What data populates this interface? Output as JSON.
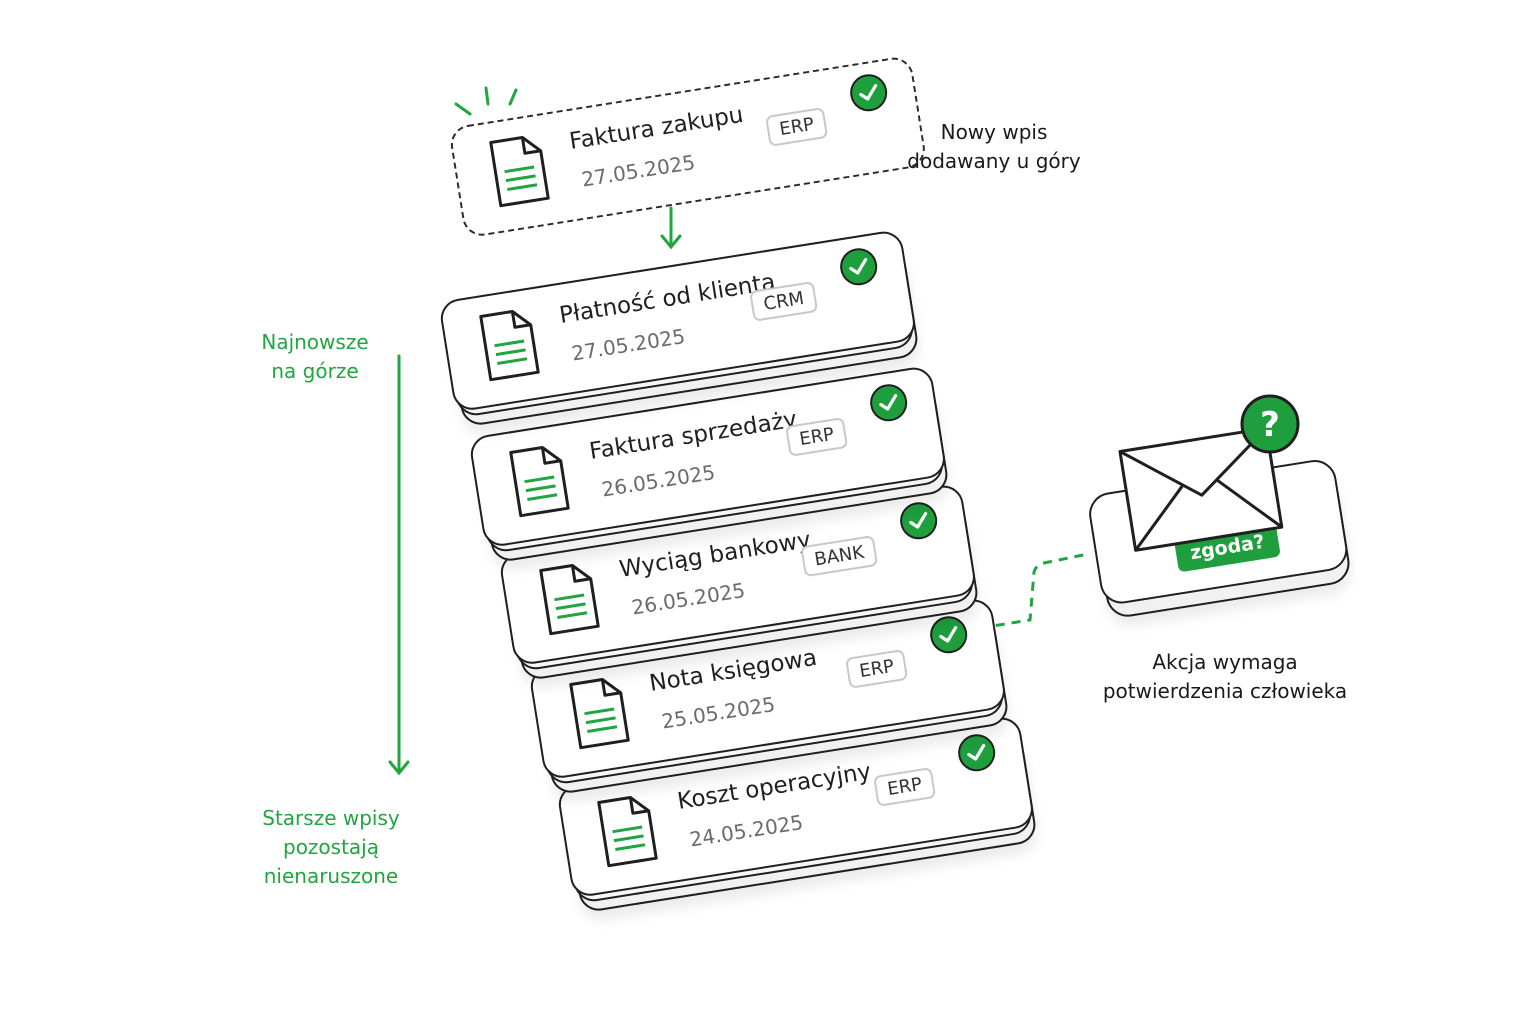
{
  "colors": {
    "accent_green": "#21a541",
    "check_green": "#1f9e3e",
    "outline": "#1f1f1f",
    "muted_text": "#6b6b6b",
    "tag_border": "#c8c8c8"
  },
  "new_entry": {
    "title": "Faktura zakupu",
    "date": "27.05.2025",
    "tag": "ERP",
    "icon": "document-icon",
    "status_icon": "check-icon"
  },
  "new_entry_caption": {
    "line1": "Nowy wpis",
    "line2": "dodawany u góry"
  },
  "entries": [
    {
      "title": "Płatność od klienta",
      "date": "27.05.2025",
      "tag": "CRM"
    },
    {
      "title": "Faktura sprzedaży",
      "date": "26.05.2025",
      "tag": "ERP"
    },
    {
      "title": "Wyciąg bankowy",
      "date": "26.05.2025",
      "tag": "BANK"
    },
    {
      "title": "Nota księgowa",
      "date": "25.05.2025",
      "tag": "ERP"
    },
    {
      "title": "Koszt operacyjny",
      "date": "24.05.2025",
      "tag": "ERP"
    }
  ],
  "timeline": {
    "top_line1": "Najnowsze",
    "top_line2": "na górze",
    "bottom_line1": "Starsze wpisy",
    "bottom_line2": "pozostają",
    "bottom_line3": "nienaruszone"
  },
  "approval": {
    "button_label": "zgoda?",
    "badge_symbol": "?",
    "icon": "envelope-icon",
    "caption_line1": "Akcja wymaga",
    "caption_line2": "potwierdzenia człowieka"
  }
}
